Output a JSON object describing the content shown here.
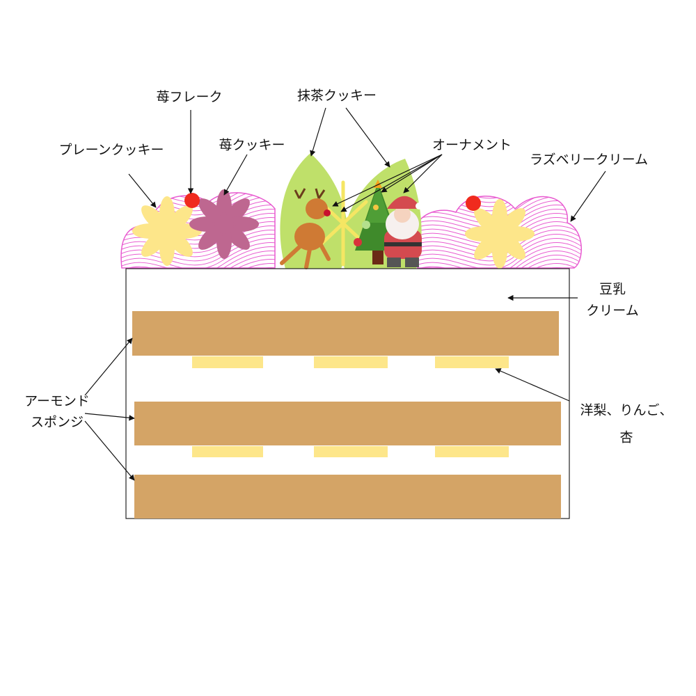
{
  "labels": {
    "strawberry_flake": "苺フレーク",
    "matcha_cookie": "抹茶クッキー",
    "plain_cookie": "プレーンクッキー",
    "strawberry_cookie": "苺クッキー",
    "ornament": "オーナメント",
    "raspberry_cream": "ラズベリークリーム",
    "soy_cream_line1": "豆乳",
    "soy_cream_line2": "クリーム",
    "fruit_line1": "洋梨、りんご、",
    "fruit_line2": "杏",
    "sponge_line1": "アーモンド",
    "sponge_line2": "スポンジ"
  },
  "colors": {
    "sponge": "#d4a466",
    "fruit": "#fde68a",
    "plain_cookie": "#fde68a",
    "strawberry_cookie": "#be6790",
    "matcha_cookie": "#bfe06a",
    "raspberry_cream": "#e85ad0",
    "strawberry_flake": "#f02a1e"
  }
}
